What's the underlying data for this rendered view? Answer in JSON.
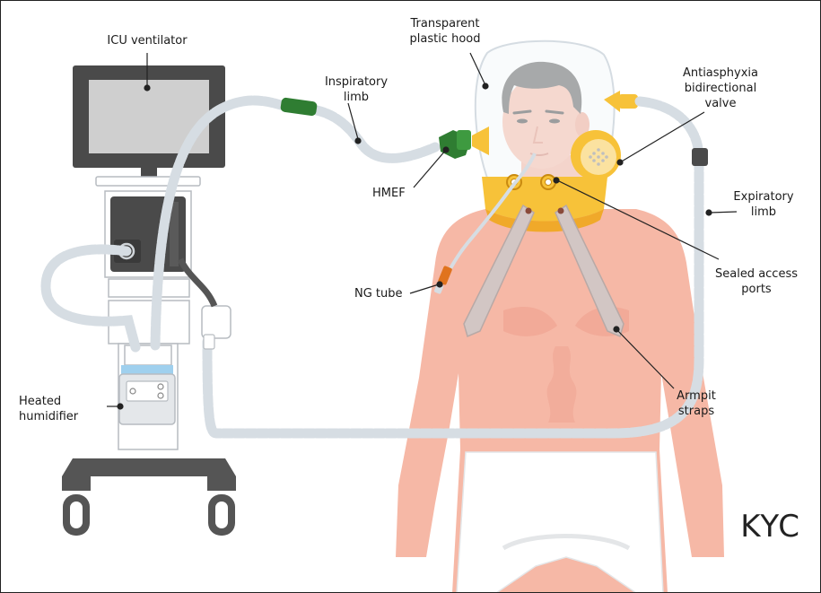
{
  "labels": {
    "icu_ventilator": "ICU ventilator",
    "inspiratory_limb": [
      "Inspiratory",
      "limb"
    ],
    "transparent_hood": [
      "Transparent",
      "plastic hood"
    ],
    "antiasphyxia_valve": [
      "Antiasphyxia",
      "bidirectional",
      "valve"
    ],
    "hmef": "HMEF",
    "expiratory_limb": [
      "Expiratory",
      "limb"
    ],
    "sealed_ports": [
      "Sealed access",
      "ports"
    ],
    "ng_tube": "NG tube",
    "heated_humidifier": [
      "Heated",
      "humidifier"
    ],
    "armpit_straps": [
      "Armpit",
      "straps"
    ]
  },
  "brand": "KYC",
  "colors": {
    "skin": "#f6b8a6",
    "skin_shadow": "#ee9f8d",
    "hair": "#6b6b6b",
    "collar": "#f7c239",
    "tube": "#d6dde3",
    "hmef_green": "#2f7d32",
    "ng_orange": "#e0731e",
    "machine": "#4a4a4a",
    "screen": "#cfcfcf"
  }
}
